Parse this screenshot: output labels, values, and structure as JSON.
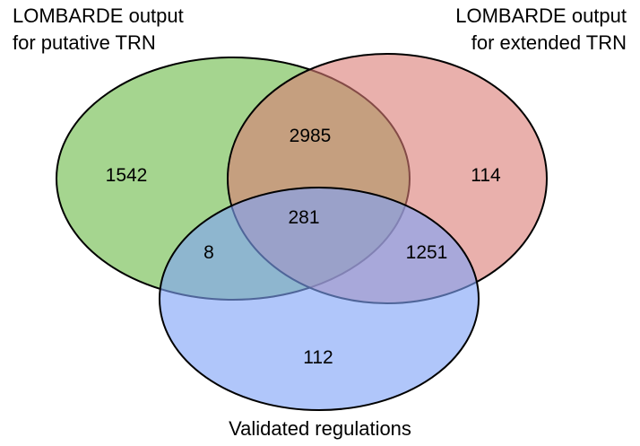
{
  "sets": {
    "putative": {
      "label_line1": "LOMBARDE output",
      "label_line2": "for putative TRN",
      "color": "#7fc35f"
    },
    "extended": {
      "label_line1": "LOMBARDE output",
      "label_line2": "for extended TRN",
      "color": "#db7b74"
    },
    "validated": {
      "label": "Validated regulations",
      "color": "#7fa3f7"
    }
  },
  "regions": {
    "putative_only": "1542",
    "extended_only": "114",
    "validated_only": "112",
    "putative_extended": "2985",
    "putative_validated": "8",
    "extended_validated": "1251",
    "all_three": "281"
  }
}
